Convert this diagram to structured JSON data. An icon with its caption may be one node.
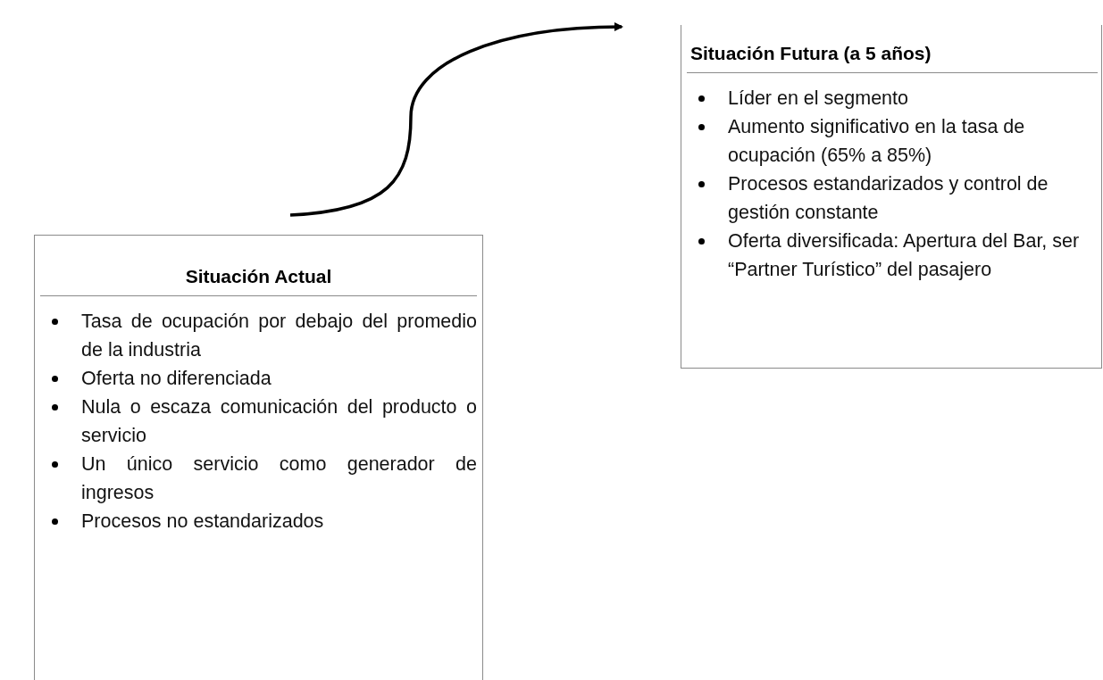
{
  "diagram": {
    "nodes": [
      {
        "text": [
          "Situación Actual",
          "Tasa de ocupación por debajo del promedio de la industria",
          "Oferta no diferenciada",
          "Nula o escaza comunicación del producto o servicio",
          "Un único servicio como generador de ingresos",
          "Procesos no estandarizados"
        ]
      },
      {
        "text": [
          "Situación Futura (a 5 años)",
          "Líder en el segmento",
          "Aumento significativo en la tasa de ocupación (65% a 85%)",
          "Procesos estandarizados y control de gestión constante",
          "Oferta diversificada: Apertura del Bar, ser “Partner Turístico” del pasajero"
        ]
      }
    ],
    "edges": [
      {
        "from": 0,
        "to": 1,
        "arrow": "to"
      }
    ]
  }
}
